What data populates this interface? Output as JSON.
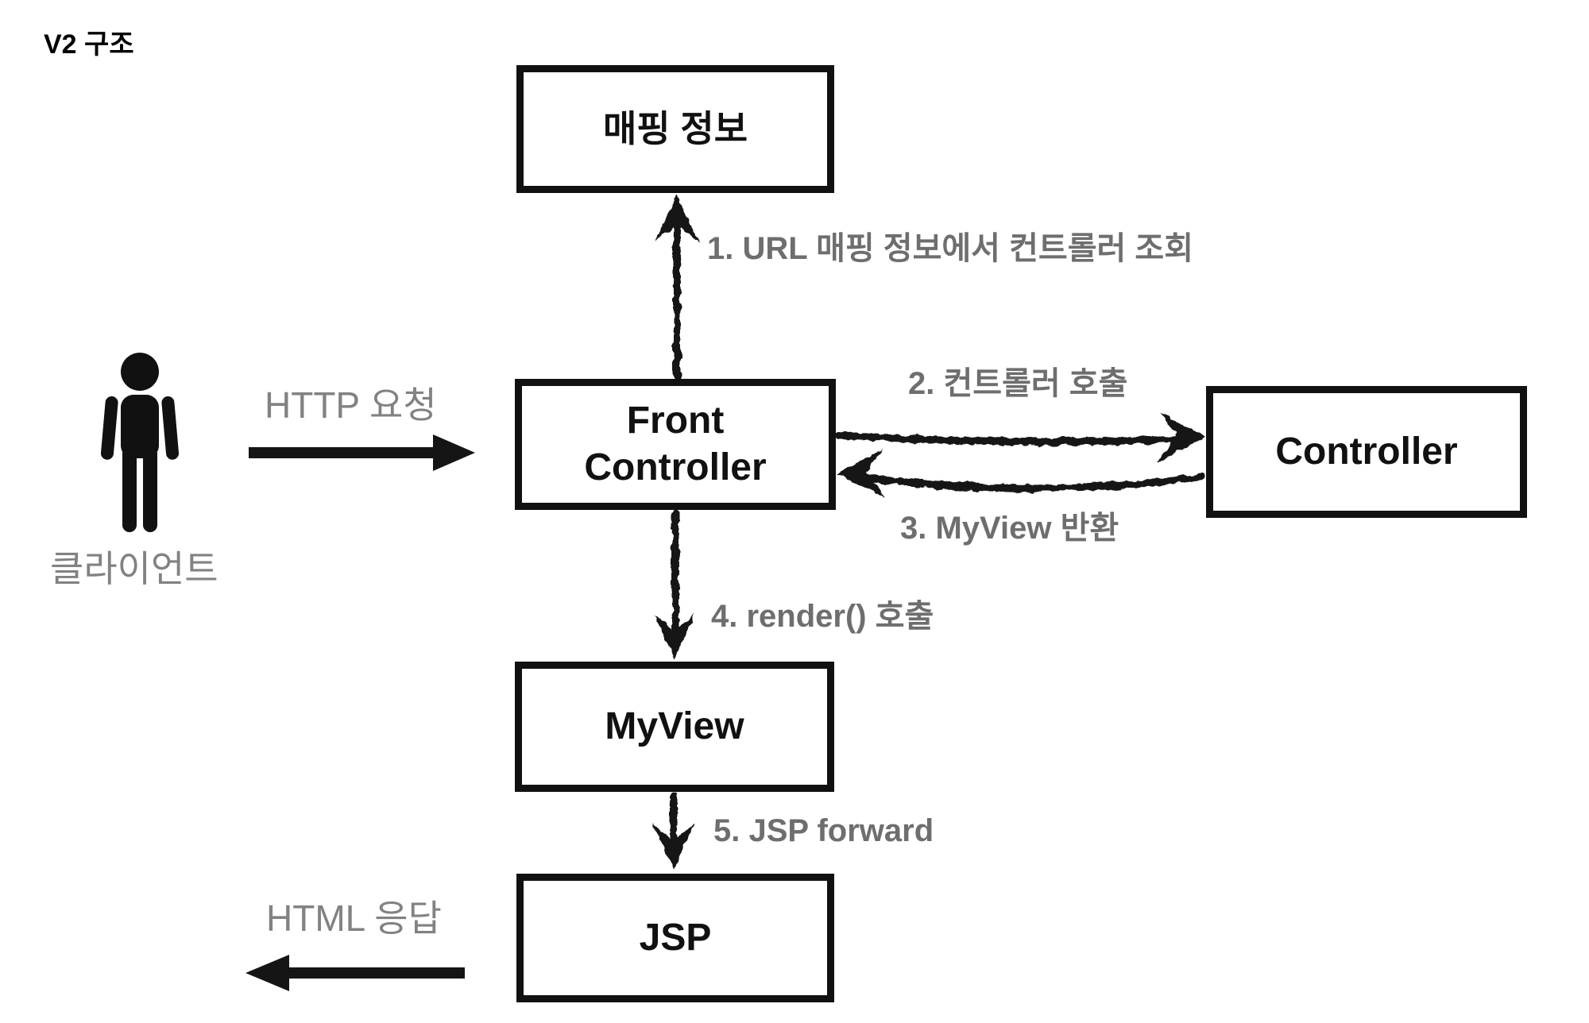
{
  "page": {
    "title": "V2 구조",
    "background": "#ffffff"
  },
  "boxes": {
    "mapping_info": {
      "label": "매핑 정보"
    },
    "front_controller": {
      "line1": "Front",
      "line2": "Controller"
    },
    "controller": {
      "label": "Controller"
    },
    "myview": {
      "label": "MyView"
    },
    "jsp": {
      "label": "JSP"
    }
  },
  "client": {
    "label": "클라이언트",
    "icon": "person-icon"
  },
  "flows": {
    "http_request": {
      "label": "HTTP 요청",
      "direction": "right",
      "style": "solid"
    },
    "step1": {
      "label": "1. URL 매핑 정보에서 컨트롤러 조회",
      "direction": "up",
      "style": "sketch"
    },
    "step2": {
      "label": "2. 컨트롤러 호출",
      "direction": "right",
      "style": "sketch"
    },
    "step3": {
      "label": "3. MyView 반환",
      "direction": "left",
      "style": "sketch"
    },
    "step4": {
      "label": "4. render() 호출",
      "direction": "down",
      "style": "sketch"
    },
    "step5": {
      "label": "5. JSP forward",
      "direction": "down",
      "style": "sketch"
    },
    "html_response": {
      "label": "HTML 응답",
      "direction": "left",
      "style": "solid"
    }
  },
  "colors": {
    "box_border": "#111111",
    "box_text": "#111111",
    "arrow_black": "#151515",
    "label_bold_gray": "#6e6e6e",
    "label_plain_gray": "#828282",
    "background": "#ffffff"
  }
}
